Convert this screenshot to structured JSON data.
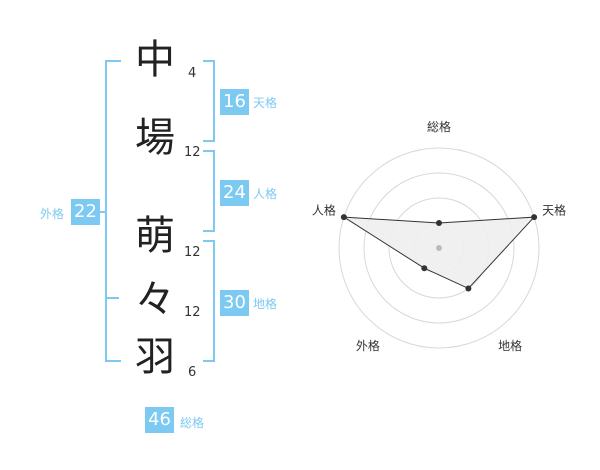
{
  "name": {
    "chars": [
      {
        "char": "中",
        "strokes": "4"
      },
      {
        "char": "場",
        "strokes": "12"
      },
      {
        "char": "萌",
        "strokes": "12"
      },
      {
        "char": "々",
        "strokes": "12"
      },
      {
        "char": "羽",
        "strokes": "6"
      }
    ]
  },
  "kakusu": {
    "tenkaku": {
      "value": "16",
      "label": "天格"
    },
    "jinkaku": {
      "value": "24",
      "label": "人格"
    },
    "chikaku": {
      "value": "30",
      "label": "地格"
    },
    "gaikaku": {
      "value": "22",
      "label": "外格"
    },
    "soukaku": {
      "value": "46",
      "label": "総格"
    }
  },
  "accent_color": "#7ccaf2",
  "chart_data": {
    "type": "radar",
    "axes": [
      "総格",
      "天格",
      "地格",
      "外格",
      "人格"
    ],
    "rings": 4,
    "values": [
      1,
      4,
      2,
      1,
      4
    ],
    "max": 4,
    "grid": true,
    "fill_color": "#eeeeee",
    "line_color": "#333333"
  }
}
